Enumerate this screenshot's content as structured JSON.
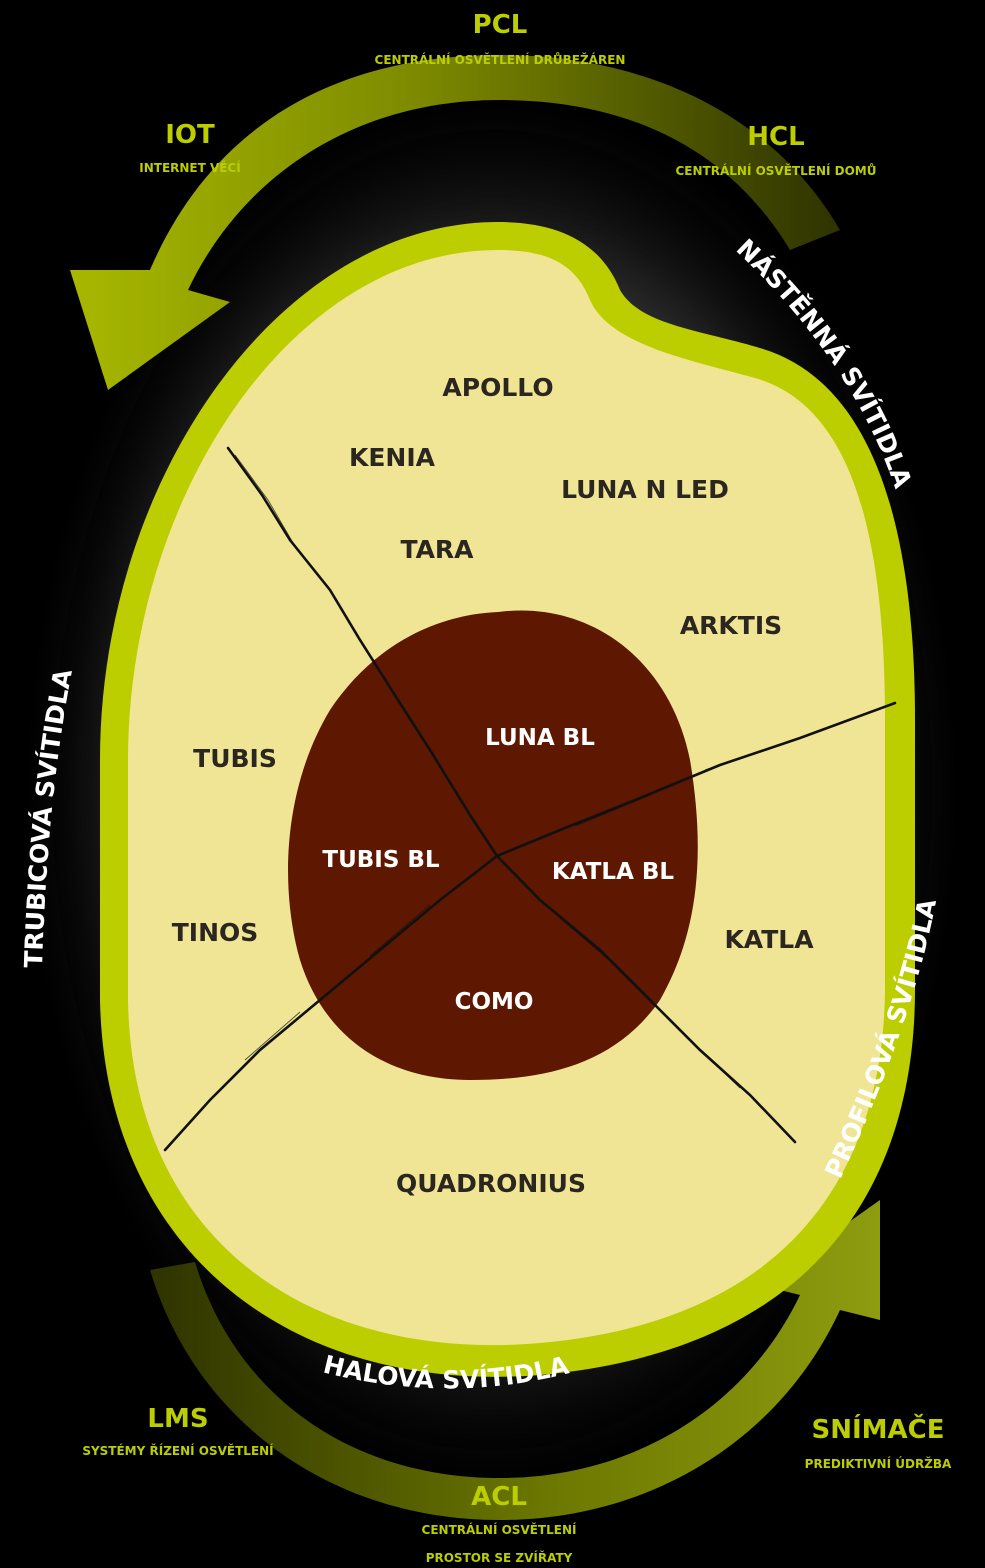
{
  "colors": {
    "background": "#000000",
    "glow": "#cfcfcf",
    "ring": "#bccd00",
    "egg": "#f0e594",
    "yolk": "#5e1700",
    "arrow_bright": "#bccd00",
    "arrow_dark": "#4a5200",
    "outer_title": "#bccd00",
    "outer_sub": "#bccd00",
    "category": "#ffffff",
    "product_dark": "#2b2620",
    "product_light": "#ffffff"
  },
  "outer": {
    "pcl": {
      "title": "PCL",
      "sub": "CENTRÁLNÍ OSVĚTLENÍ DRŮBEŽÁREN"
    },
    "iot": {
      "title": "IOT",
      "sub": "INTERNET VĚCÍ"
    },
    "hcl": {
      "title": "HCL",
      "sub": "CENTRÁLNÍ OSVĚTLENÍ DOMŮ"
    },
    "lms": {
      "title": "LMS",
      "sub": "SYSTÉMY ŘÍZENÍ OSVĚTLENÍ"
    },
    "snimace": {
      "title": "SNÍMAČE",
      "sub": "PREDIKTIVNÍ ÚDRŽBA"
    },
    "acl": {
      "title": "ACL",
      "sub1": "CENTRÁLNÍ OSVĚTLENÍ",
      "sub2": "PROSTOR SE ZVÍŘATY"
    }
  },
  "categories": {
    "nastenna": "NÁSTĚNNÁ SVÍTIDLA",
    "trubicova": "TRUBICOVÁ SVÍTIDLA",
    "profilova": "PROFILOVÁ SVÍTIDLA",
    "halova": "HALOVÁ SVÍTIDLA"
  },
  "products": {
    "apollo": "APOLLO",
    "kenia": "KENIA",
    "luna_n_led": "LUNA N LED",
    "tara": "TARA",
    "arktis": "ARKTIS",
    "tubis": "TUBIS",
    "tinos": "TINOS",
    "katla": "KATLA",
    "quadronius": "QUADRONIUS"
  },
  "core": {
    "luna_bl": "LUNA BL",
    "tubis_bl": "TUBIS BL",
    "katla_bl": "KATLA BL",
    "como": "COMO"
  }
}
